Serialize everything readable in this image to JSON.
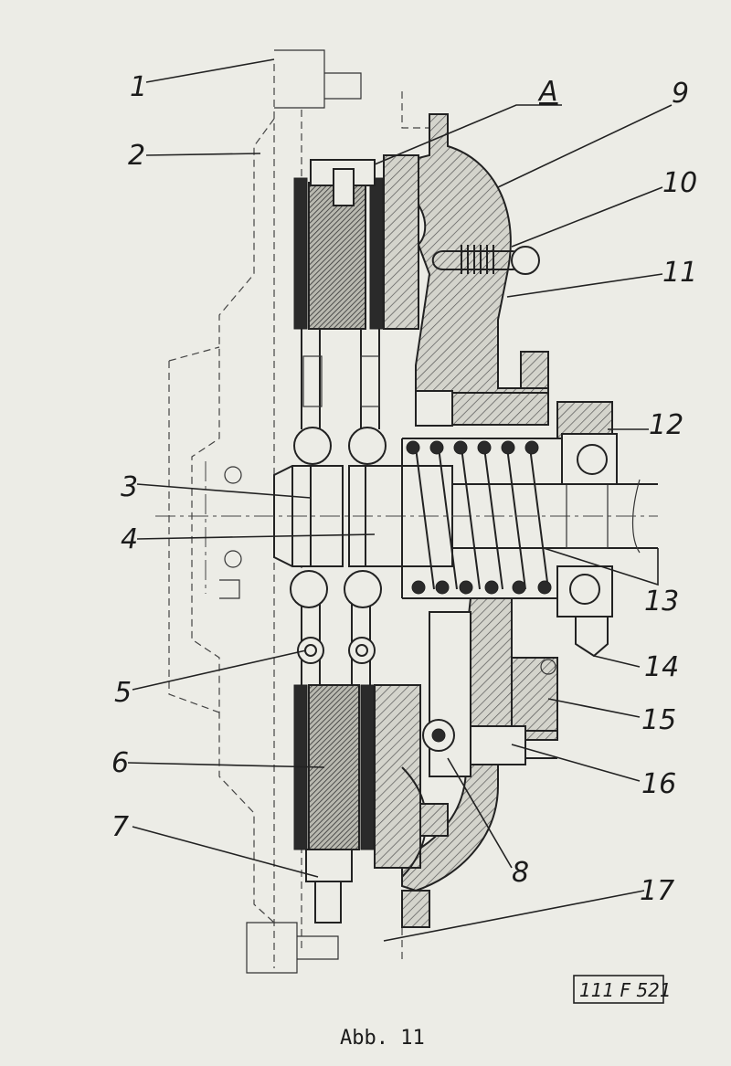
{
  "labels": {
    "l1": "1",
    "l2": "2",
    "l3": "3",
    "l4": "4",
    "l5": "5",
    "l6": "6",
    "l7": "7",
    "l8": "8",
    "l9": "9",
    "l10": "10",
    "l11": "11",
    "l12": "12",
    "l13": "13",
    "l14": "14",
    "l15": "15",
    "l16": "16",
    "l17": "17",
    "lA": "A"
  },
  "stamp": "111 F 521",
  "caption": "Abb. 11"
}
